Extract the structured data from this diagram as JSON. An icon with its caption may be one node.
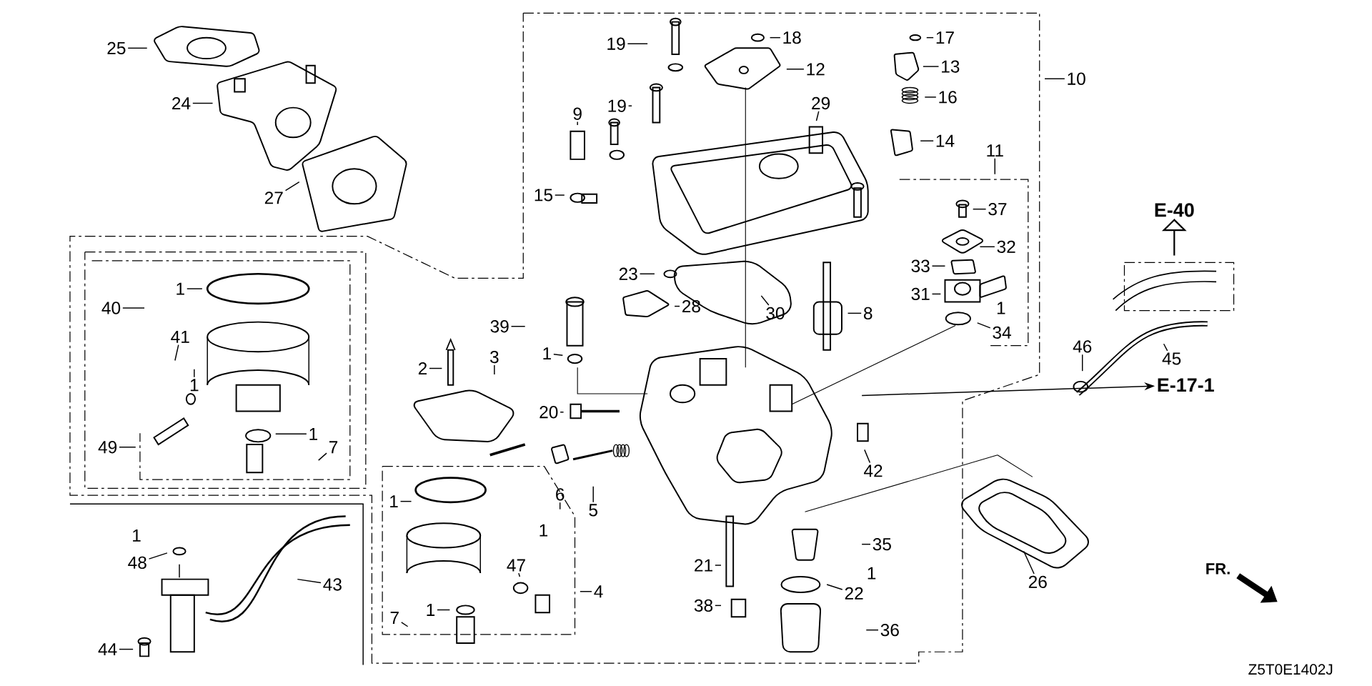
{
  "diagram": {
    "nodes": [
      {
        "text": [
          "25"
        ]
      },
      {
        "text": [
          "24"
        ]
      },
      {
        "text": [
          "27"
        ]
      },
      {
        "text": [
          "19"
        ]
      },
      {
        "text": [
          "18"
        ]
      },
      {
        "text": [
          "12"
        ]
      },
      {
        "text": [
          "17"
        ]
      },
      {
        "text": [
          "13"
        ]
      },
      {
        "text": [
          "16"
        ]
      },
      {
        "text": [
          "10"
        ]
      },
      {
        "text": [
          "19"
        ]
      },
      {
        "text": [
          "9"
        ]
      },
      {
        "text": [
          "29"
        ]
      },
      {
        "text": [
          "14"
        ]
      },
      {
        "text": [
          "11"
        ]
      },
      {
        "text": [
          "15"
        ]
      },
      {
        "text": [
          "37"
        ]
      },
      {
        "text": [
          "32"
        ]
      },
      {
        "text": [
          "33"
        ]
      },
      {
        "text": [
          "31"
        ]
      },
      {
        "text": [
          "34"
        ]
      },
      {
        "text": [
          "23"
        ]
      },
      {
        "text": [
          "28"
        ]
      },
      {
        "text": [
          "30"
        ]
      },
      {
        "text": [
          "8"
        ]
      },
      {
        "text": [
          "40"
        ]
      },
      {
        "text": [
          "1"
        ]
      },
      {
        "text": [
          "41"
        ]
      },
      {
        "text": [
          "1"
        ]
      },
      {
        "text": [
          "39"
        ]
      },
      {
        "text": [
          "1"
        ]
      },
      {
        "text": [
          "2"
        ]
      },
      {
        "text": [
          "3"
        ]
      },
      {
        "text": [
          "20"
        ]
      },
      {
        "text": [
          "49"
        ]
      },
      {
        "text": [
          "1"
        ]
      },
      {
        "text": [
          "7"
        ]
      },
      {
        "text": [
          "42"
        ]
      },
      {
        "text": [
          "5"
        ]
      },
      {
        "text": [
          "6"
        ]
      },
      {
        "text": [
          "47"
        ]
      },
      {
        "text": [
          "4"
        ]
      },
      {
        "text": [
          "1"
        ]
      },
      {
        "text": [
          "48"
        ]
      },
      {
        "text": [
          "43"
        ]
      },
      {
        "text": [
          "44"
        ]
      },
      {
        "text": [
          "7"
        ]
      },
      {
        "text": [
          "1"
        ]
      },
      {
        "text": [
          "21"
        ]
      },
      {
        "text": [
          "38"
        ]
      },
      {
        "text": [
          "35"
        ]
      },
      {
        "text": [
          "22"
        ]
      },
      {
        "text": [
          "36"
        ]
      },
      {
        "text": [
          "26"
        ]
      },
      {
        "text": [
          "46"
        ]
      },
      {
        "text": [
          "45"
        ]
      },
      {
        "text": [
          "E-40"
        ]
      },
      {
        "text": [
          "E-17-1"
        ]
      }
    ],
    "edges": [
      {
        "from": 0,
        "to": null,
        "arrow": "none"
      },
      {
        "from": 1,
        "to": null,
        "arrow": "none"
      },
      {
        "from": 2,
        "to": null,
        "arrow": "none"
      },
      {
        "from": 3,
        "to": null,
        "arrow": "none"
      },
      {
        "from": 4,
        "to": null,
        "arrow": "none"
      },
      {
        "from": 5,
        "to": null,
        "arrow": "none"
      },
      {
        "from": 6,
        "to": null,
        "arrow": "none"
      },
      {
        "from": 7,
        "to": null,
        "arrow": "none"
      },
      {
        "from": 8,
        "to": null,
        "arrow": "none"
      },
      {
        "from": 9,
        "to": null,
        "arrow": "none"
      },
      {
        "from": 10,
        "to": null,
        "arrow": "none"
      },
      {
        "from": 11,
        "to": null,
        "arrow": "none"
      },
      {
        "from": 12,
        "to": null,
        "arrow": "none"
      },
      {
        "from": 13,
        "to": null,
        "arrow": "none"
      },
      {
        "from": 14,
        "to": null,
        "arrow": "none"
      },
      {
        "from": 15,
        "to": null,
        "arrow": "none"
      },
      {
        "from": 16,
        "to": null,
        "arrow": "none"
      },
      {
        "from": 17,
        "to": null,
        "arrow": "none"
      },
      {
        "from": 18,
        "to": null,
        "arrow": "none"
      },
      {
        "from": 19,
        "to": null,
        "arrow": "none"
      },
      {
        "from": 20,
        "to": null,
        "arrow": "none"
      },
      {
        "from": 21,
        "to": null,
        "arrow": "none"
      },
      {
        "from": 22,
        "to": null,
        "arrow": "none"
      },
      {
        "from": 23,
        "to": null,
        "arrow": "none"
      },
      {
        "from": 24,
        "to": null,
        "arrow": "none"
      },
      {
        "from": 25,
        "to": null,
        "arrow": "none"
      },
      {
        "from": 26,
        "to": null,
        "arrow": "none"
      },
      {
        "from": 27,
        "to": null,
        "arrow": "none"
      },
      {
        "from": 28,
        "to": null,
        "arrow": "none"
      },
      {
        "from": 29,
        "to": null,
        "arrow": "none"
      },
      {
        "from": 30,
        "to": null,
        "arrow": "none"
      },
      {
        "from": 31,
        "to": null,
        "arrow": "none"
      },
      {
        "from": 32,
        "to": null,
        "arrow": "none"
      },
      {
        "from": 33,
        "to": null,
        "arrow": "none"
      },
      {
        "from": 34,
        "to": null,
        "arrow": "none"
      },
      {
        "from": 35,
        "to": null,
        "arrow": "none"
      },
      {
        "from": 36,
        "to": null,
        "arrow": "none"
      },
      {
        "from": 37,
        "to": null,
        "arrow": "none"
      },
      {
        "from": 38,
        "to": null,
        "arrow": "none"
      },
      {
        "from": 39,
        "to": null,
        "arrow": "none"
      },
      {
        "from": 40,
        "to": null,
        "arrow": "none"
      },
      {
        "from": 41,
        "to": null,
        "arrow": "none"
      },
      {
        "from": 42,
        "to": null,
        "arrow": "none"
      },
      {
        "from": 43,
        "to": null,
        "arrow": "none"
      },
      {
        "from": 44,
        "to": null,
        "arrow": "none"
      },
      {
        "from": 45,
        "to": null,
        "arrow": "none"
      },
      {
        "from": 46,
        "to": null,
        "arrow": "none"
      },
      {
        "from": 47,
        "to": null,
        "arrow": "none"
      },
      {
        "from": 48,
        "to": null,
        "arrow": "none"
      },
      {
        "from": 49,
        "to": null,
        "arrow": "none"
      },
      {
        "from": 50,
        "to": null,
        "arrow": "none"
      },
      {
        "from": 51,
        "to": null,
        "arrow": "none"
      },
      {
        "from": 52,
        "to": null,
        "arrow": "none"
      },
      {
        "from": 53,
        "to": null,
        "arrow": "none"
      },
      {
        "from": 54,
        "to": null,
        "arrow": "none"
      },
      {
        "from": 55,
        "to": null,
        "arrow": "none"
      },
      {
        "from": null,
        "to": 56,
        "arrow": "to"
      },
      {
        "from": null,
        "to": 57,
        "arrow": "to"
      }
    ],
    "labels": [
      "1",
      "1",
      "1",
      "FR.",
      "1",
      "Z5T0E1402J"
    ]
  }
}
